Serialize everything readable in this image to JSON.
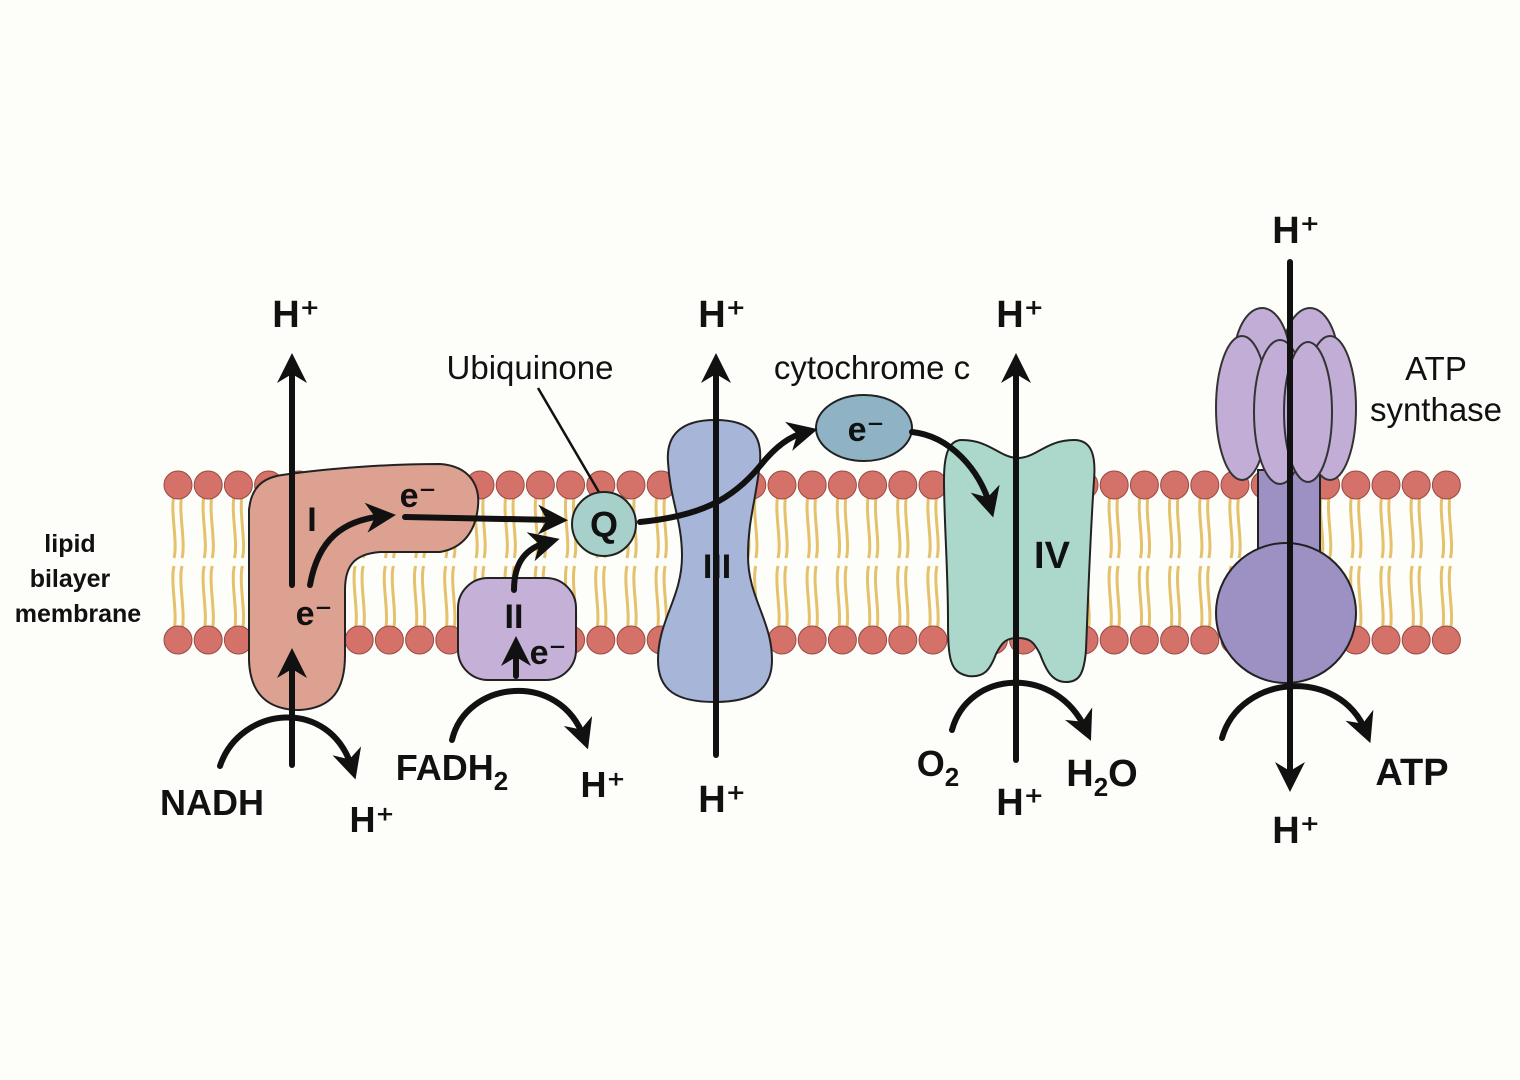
{
  "membrane": {
    "label_line1": "lipid",
    "label_line2": "bilayer",
    "label_line3": "membrane"
  },
  "complex_I": {
    "roman": "I",
    "electron_top": "e⁻",
    "electron_bottom": "e⁻",
    "substrate": "NADH",
    "proton_top": "H⁺",
    "proton_bottom": "H⁺",
    "color": "#dca191"
  },
  "complex_II": {
    "roman": "II",
    "electron": "e⁻",
    "substrate_main": "FADH",
    "substrate_sub": "2",
    "proton": "H⁺",
    "color": "#c5b0d8"
  },
  "ubiquinone": {
    "label": "Ubiquinone",
    "symbol": "Q",
    "color": "#a8d0ca"
  },
  "complex_III": {
    "roman": "III",
    "proton_top": "H⁺",
    "proton_bottom": "H⁺",
    "color": "#a7b6d8"
  },
  "cytochrome_c": {
    "label": "cytochrome c",
    "electron": "e⁻",
    "color": "#8fb3c5"
  },
  "complex_IV": {
    "roman": "IV",
    "proton_top": "H⁺",
    "proton_bottom": "H⁺",
    "reactant_main": "O",
    "reactant_sub": "2",
    "product_a": "H",
    "product_sub": "2",
    "product_b": "O",
    "color": "#acd8cc"
  },
  "atp_synthase": {
    "label_line1": "ATP",
    "label_line2": "synthase",
    "proton_top": "H⁺",
    "proton_bottom": "H⁺",
    "product": "ATP",
    "head_color": "#c2add6",
    "stalk_color": "#9d91c4"
  },
  "colors": {
    "lipid_head": "#d47168",
    "lipid_tail": "#e5c16b",
    "arrow": "#111111"
  }
}
